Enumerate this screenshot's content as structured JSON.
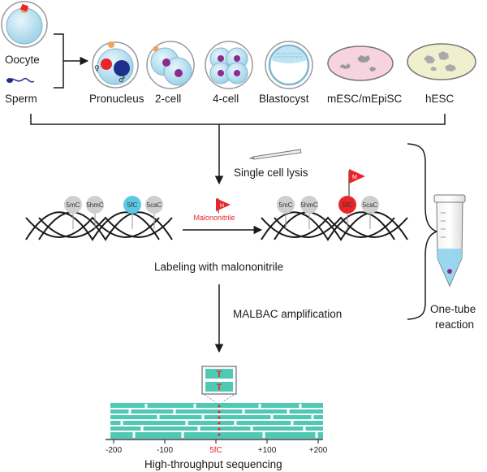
{
  "stages": {
    "oocyte": "Oocyte",
    "sperm": "Sperm",
    "pronucleus": "Pronucleus",
    "two_cell": "2-cell",
    "four_cell": "4-cell",
    "blastocyst": "Blastocyst",
    "mesc": "mESC/mEpiSC",
    "hesc": "hESC"
  },
  "sex_symbols": {
    "female": "♀",
    "male": "♂"
  },
  "steps": {
    "lysis": "Single cell lysis",
    "labeling": "Labeling with malononitrile",
    "reagent": "Malononitrile",
    "malbac": "MALBAC amplification",
    "sequencing": "High-throughput sequencing",
    "one_tube_line1": "One-tube",
    "one_tube_line2": "reaction"
  },
  "modifications": {
    "before": [
      "5mC",
      "5hmC",
      "5fC",
      "5caC"
    ],
    "after": [
      "5mC",
      "5hmC",
      "5fC",
      "5caC"
    ],
    "flag_text": "M"
  },
  "read_bases": [
    "T",
    "T"
  ],
  "axis": {
    "ticks": [
      "-200",
      "-100",
      "5fC",
      "+100",
      "+200"
    ]
  },
  "colors": {
    "accent_red": "#e8262a",
    "cyan": "#5bc8e6",
    "teal_read": "#4fc9b4",
    "gray_ball": "#c8c8c8",
    "nucleus_purple": "#8a2b8e",
    "dish_pink": "#f6d3df",
    "dish_yellow": "#f0f0cf",
    "navy": "#1f2f8c"
  }
}
